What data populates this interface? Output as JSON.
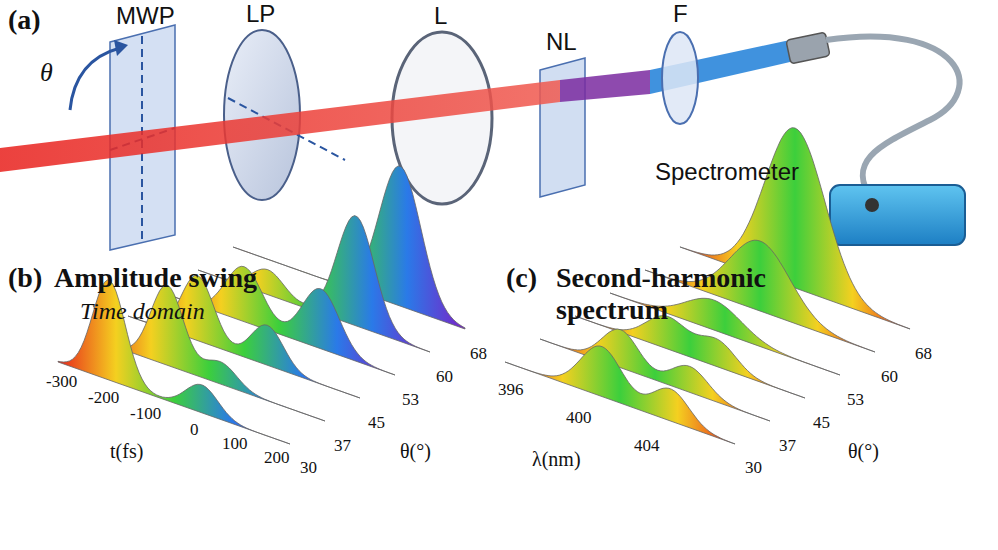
{
  "diagram": {
    "labels": [
      "(a)",
      "MWP",
      "θ",
      "LP",
      "L",
      "NL",
      "F",
      "Spectrometer",
      "(b)",
      "Amplitude swing",
      "Time domain",
      "-300",
      "-200",
      "-100",
      "0",
      "100",
      "200",
      "t(fs)",
      "30",
      "37",
      "45",
      "53",
      "60",
      "68",
      "θ(°)",
      "(c)",
      "Second-harmonic spectrum",
      "396",
      "400",
      "404",
      "λ(nm)",
      "30",
      "37",
      "45",
      "53",
      "60",
      "68",
      "θ(°)"
    ]
  }
}
